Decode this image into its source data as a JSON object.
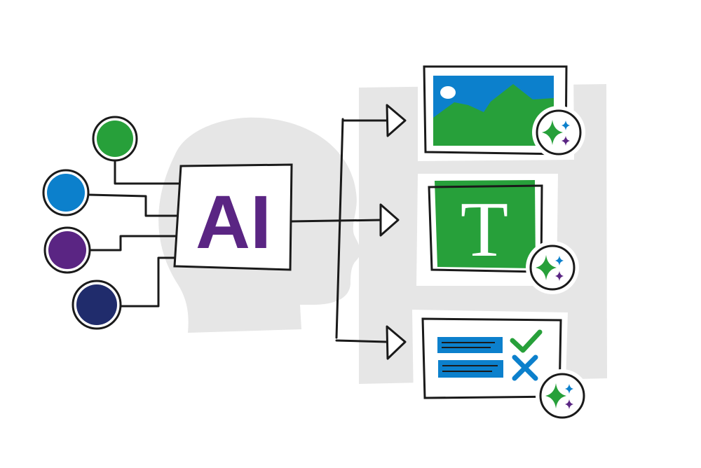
{
  "center_box": {
    "label": "AI",
    "label_color": "#5A2583"
  },
  "input_nodes": [
    {
      "name": "green-input",
      "color": "#27A03A"
    },
    {
      "name": "blue-input",
      "color": "#0C80CC"
    },
    {
      "name": "purple-input",
      "color": "#5A2583"
    },
    {
      "name": "navy-input",
      "color": "#202C6C"
    }
  ],
  "outputs": [
    {
      "name": "image-output",
      "icon": "image-icon"
    },
    {
      "name": "text-output",
      "icon": "text-icon",
      "glyph": "T"
    },
    {
      "name": "quiz-output",
      "icon": "checklist-icon"
    }
  ],
  "colors": {
    "outline": "#1A1A1A",
    "silhouette": "#E6E6E6",
    "green": "#27A03A",
    "blue": "#0C80CC",
    "purple": "#5A2583",
    "navy": "#202C6C",
    "sparkle_green": "#27A03A",
    "sparkle_blue": "#0C80CC",
    "sparkle_purple": "#5A2583"
  }
}
